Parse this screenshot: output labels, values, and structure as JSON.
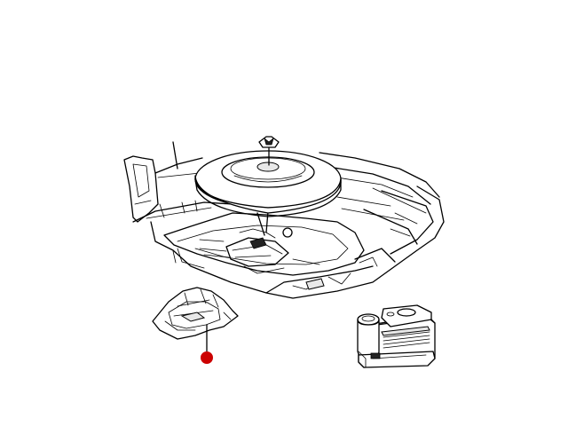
{
  "diagram": {
    "callout_color": "#cc0000",
    "line_color": "#000000",
    "background": "#ffffff",
    "components": [
      "cargo-floor-pan",
      "spare-tire",
      "tire-hold-down-wingnut",
      "jack-assembly",
      "jack-cover",
      "tire-inflator-compressor",
      "callout-marker"
    ]
  }
}
